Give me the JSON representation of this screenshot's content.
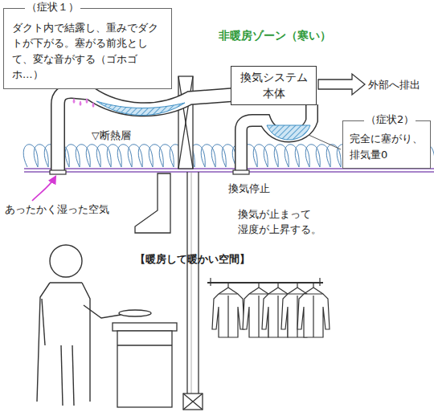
{
  "diagram": {
    "nodes": [
      {
        "text": [
          "（症状１）",
          "ダクト内で結露し、重みでダクトが下がる。塞がる前兆として、変な音がする（ゴホゴホ…）"
        ]
      },
      {
        "text": [
          "換気システム 本体"
        ]
      },
      {
        "text": [
          "（症状2）",
          "完全に塞がり、排気量0"
        ]
      }
    ],
    "labels": [
      "非暖房ゾーン（寒い）",
      "外部へ排出",
      "▽断熱層",
      "あったかく湿った空気",
      "換気停止",
      "換気が止まって 湿度が上昇する。",
      "【暖房して暖かい空間】"
    ]
  }
}
